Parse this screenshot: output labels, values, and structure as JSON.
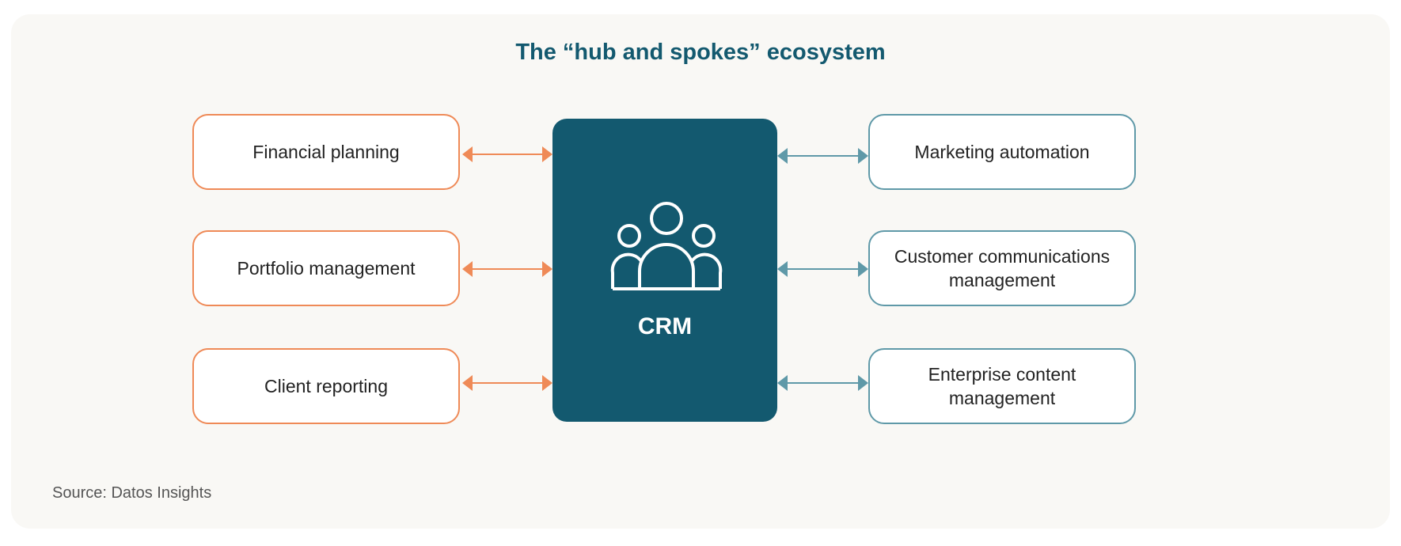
{
  "title": "The “hub and spokes” ecosystem",
  "hub": {
    "label": "CRM",
    "icon": "users-group-icon"
  },
  "left_spokes": [
    {
      "label": "Financial planning"
    },
    {
      "label": "Portfolio management"
    },
    {
      "label": "Client reporting"
    }
  ],
  "right_spokes": [
    {
      "label": "Marketing automation"
    },
    {
      "label": "Customer communications management"
    },
    {
      "label": "Enterprise content management"
    }
  ],
  "source": "Source: Datos Insights",
  "colors": {
    "hub": "#13596f",
    "left_accent": "#ef8a57",
    "right_accent": "#5f99a8",
    "title": "#13596f"
  }
}
